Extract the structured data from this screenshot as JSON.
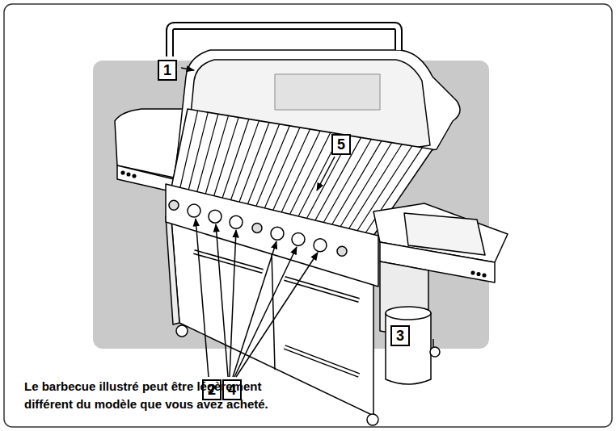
{
  "diagram": {
    "caption": "Le barbecue illustré peut être légèrement différent du modèle que vous avez acheté.",
    "labels": [
      "1",
      "5",
      "3",
      "2",
      "4"
    ]
  }
}
